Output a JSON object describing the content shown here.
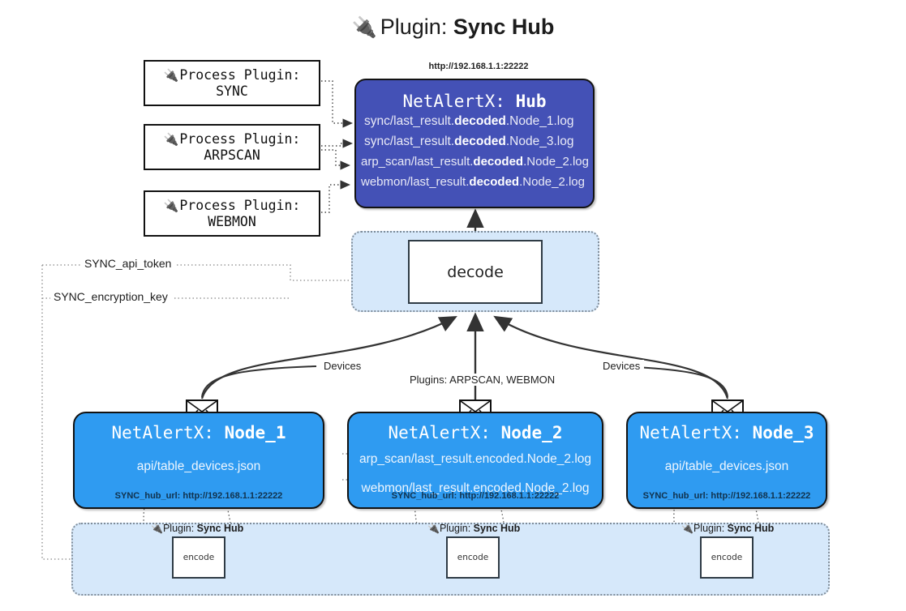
{
  "title": {
    "icon": "plug-icon",
    "prefix": "Plugin:",
    "name": "Sync Hub"
  },
  "process_plugins": [
    {
      "icon": "plug-icon",
      "line1": "Process Plugin:",
      "line2": "SYNC"
    },
    {
      "icon": "plug-icon",
      "line1": "Process Plugin:",
      "line2": "ARPSCAN"
    },
    {
      "icon": "plug-icon",
      "line1": "Process Plugin:",
      "line2": "WEBMON"
    }
  ],
  "hub": {
    "url": "http://192.168.1.1:22222",
    "title_prefix": "NetAlertX:",
    "title_name": "Hub",
    "color": "#4451b6",
    "lines": [
      {
        "pre": "sync/last_result.",
        "mid": "decoded",
        "post": ".Node_1.log"
      },
      {
        "pre": "sync/last_result.",
        "mid": "decoded",
        "post": ".Node_3.log"
      },
      {
        "pre": "arp_scan/last_result.",
        "mid": "decoded",
        "post": ".Node_2.log"
      },
      {
        "pre": "webmon/last_result.",
        "mid": "decoded",
        "post": ".Node_2.log"
      }
    ]
  },
  "decode": {
    "label": "decode",
    "container_color": "#d6e8fa"
  },
  "keys": {
    "api_token": "SYNC_api_token",
    "encryption_key": "SYNC_encryption_key"
  },
  "edge_labels": {
    "devices_left": "Devices",
    "devices_right": "Devices",
    "plugins": "Plugins: ARPSCAN, WEBMON"
  },
  "nodes": [
    {
      "title_prefix": "NetAlertX:",
      "title_name": "Node_1",
      "color": "#2f9bf1",
      "lines": [
        "api/table_devices.json"
      ],
      "hub_url": "SYNC_hub_url: http://192.168.1.1:22222",
      "icon": "envelope-icon"
    },
    {
      "title_prefix": "NetAlertX:",
      "title_name": "Node_2",
      "color": "#2f9bf1",
      "lines": [
        "arp_scan/last_result.encoded.Node_2.log",
        "webmon/last_result.encoded.Node_2.log"
      ],
      "hub_url": "SYNC_hub_url: http://192.168.1.1:22222",
      "icon": "envelope-icon"
    },
    {
      "title_prefix": "NetAlertX:",
      "title_name": "Node_3",
      "color": "#2f9bf1",
      "lines": [
        "api/table_devices.json"
      ],
      "hub_url": "SYNC_hub_url: http://192.168.1.1:22222",
      "icon": "envelope-icon"
    }
  ],
  "encode_strip": {
    "container_color": "#d6e8fa",
    "items": [
      {
        "icon": "plug-icon",
        "label_prefix": "Plugin:",
        "label_name": "Sync Hub",
        "box": "encode"
      },
      {
        "icon": "plug-icon",
        "label_prefix": "Plugin:",
        "label_name": "Sync Hub",
        "box": "encode"
      },
      {
        "icon": "plug-icon",
        "label_prefix": "Plugin:",
        "label_name": "Sync Hub",
        "box": "encode"
      }
    ]
  }
}
